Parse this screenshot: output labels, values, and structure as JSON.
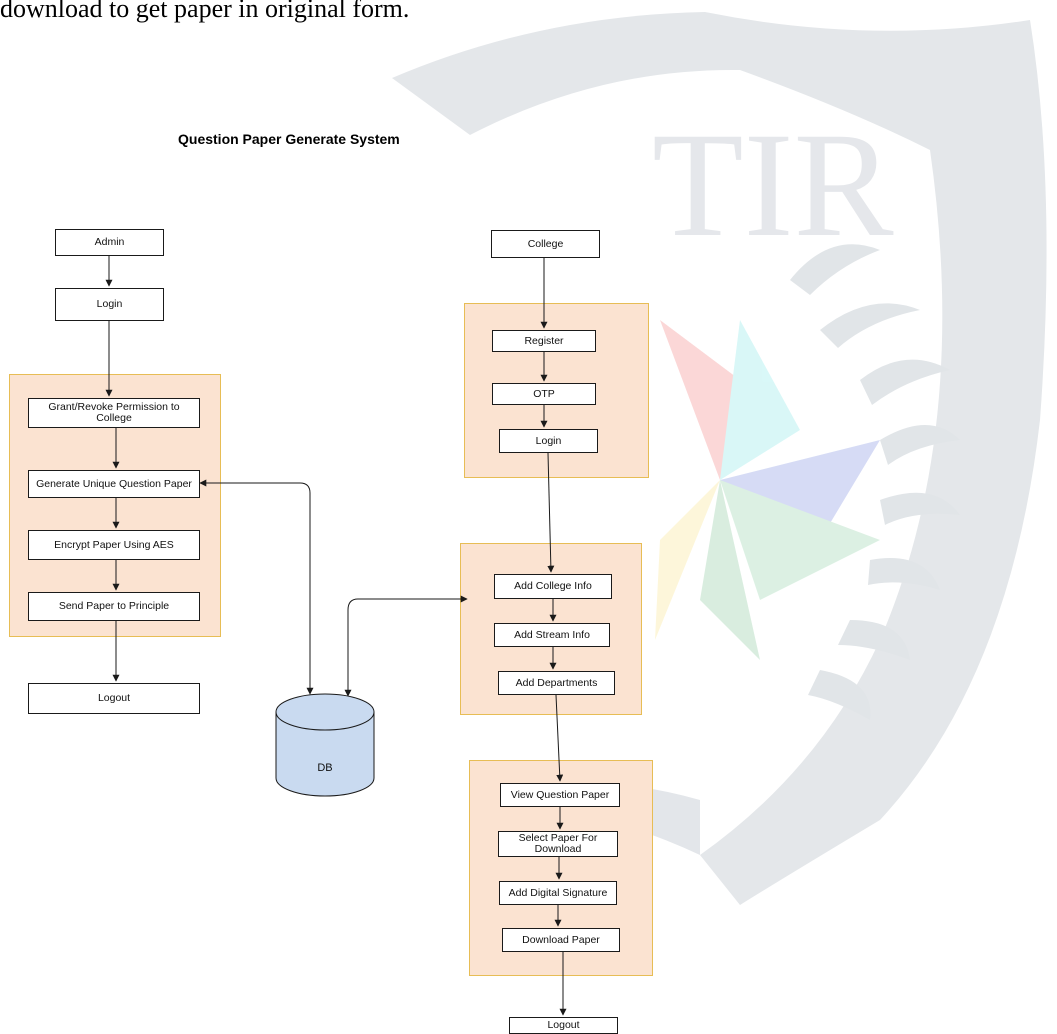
{
  "lead_text": "download to get paper in original form.",
  "diagram": {
    "title": "Question Paper Generate System",
    "admin_flow": {
      "start": "Admin",
      "login": "Login",
      "steps": [
        "Grant/Revoke Permission to College",
        "Generate Unique Question Paper",
        "Encrypt Paper Using AES",
        "Send Paper to Principle"
      ],
      "logout": "Logout"
    },
    "database": "DB",
    "college_flow": {
      "start": "College",
      "auth_steps": [
        "Register",
        "OTP",
        "Login"
      ],
      "info_steps": [
        "Add College Info",
        "Add Stream Info",
        "Add Departments"
      ],
      "paper_steps": [
        "View Question Paper",
        "Select Paper For Download",
        "Add Digital Signature",
        "Download Paper"
      ],
      "logout": "Logout"
    }
  },
  "watermark": {
    "text": "TIR",
    "colors": {
      "shield": "#e3e6e9",
      "petal_red": "#fbd0d0",
      "petal_cyan": "#d4f8f8",
      "petal_blue": "#d0d6f4",
      "petal_green": "#d8eedf",
      "petal_yellow": "#fdf6d4"
    }
  },
  "colors": {
    "group_fill": "#fbe3d1",
    "group_border": "#e7bd55",
    "db_fill": "#c9daf0",
    "line": "#1a1a1a"
  }
}
